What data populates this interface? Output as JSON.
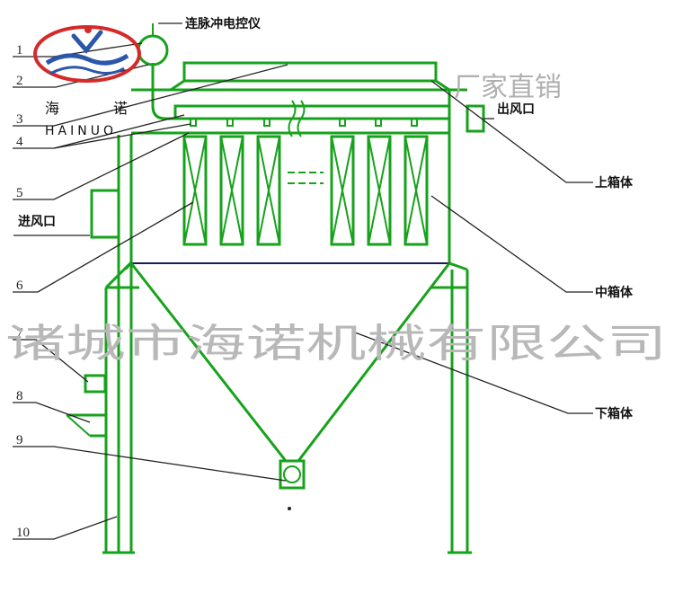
{
  "labels": {
    "controller": "连脉冲电控仪",
    "outlet": "出风口",
    "inlet": "进风口",
    "upper_box": "上箱体",
    "middle_box": "中箱体",
    "lower_box": "下箱体",
    "n1": "1",
    "n2": "2",
    "n3": "3",
    "n4": "4",
    "n5": "5",
    "n6": "6",
    "n7": "7",
    "n8": "8",
    "n9": "9",
    "n10": "10"
  },
  "watermark": {
    "company": "诸城市海诺机械有限公司",
    "slogan": "厂家直销"
  },
  "logo": {
    "cn_left": "海",
    "cn_right": "诺",
    "en": "HAINUO"
  },
  "colors": {
    "line_green": "#17a21c",
    "logo_red": "#d42a2a",
    "logo_blue": "#2c56a8"
  }
}
